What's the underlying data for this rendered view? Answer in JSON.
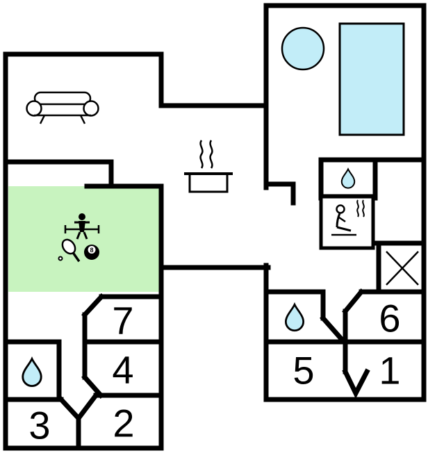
{
  "colors": {
    "wall": "#000000",
    "floor": "#ffffff",
    "game_room_fill": "#c8f3bf",
    "water_fill": "#c2edf8"
  },
  "rooms": {
    "room1": {
      "label": "1"
    },
    "room2": {
      "label": "2"
    },
    "room3": {
      "label": "3"
    },
    "room4": {
      "label": "4"
    },
    "room5": {
      "label": "5"
    },
    "room6": {
      "label": "6"
    },
    "room7": {
      "label": "7"
    }
  },
  "icons": {
    "eight_ball": {
      "label": "8"
    },
    "names": [
      "sofa-icon",
      "cooking-pot-icon",
      "steam-lines-icon",
      "foosball-player-icon",
      "table-tennis-paddle-icon",
      "eight-ball-icon",
      "water-drop-icon",
      "sauna-icon",
      "whirlpool-icon",
      "swimming-pool-icon",
      "x-mark-icon"
    ]
  }
}
